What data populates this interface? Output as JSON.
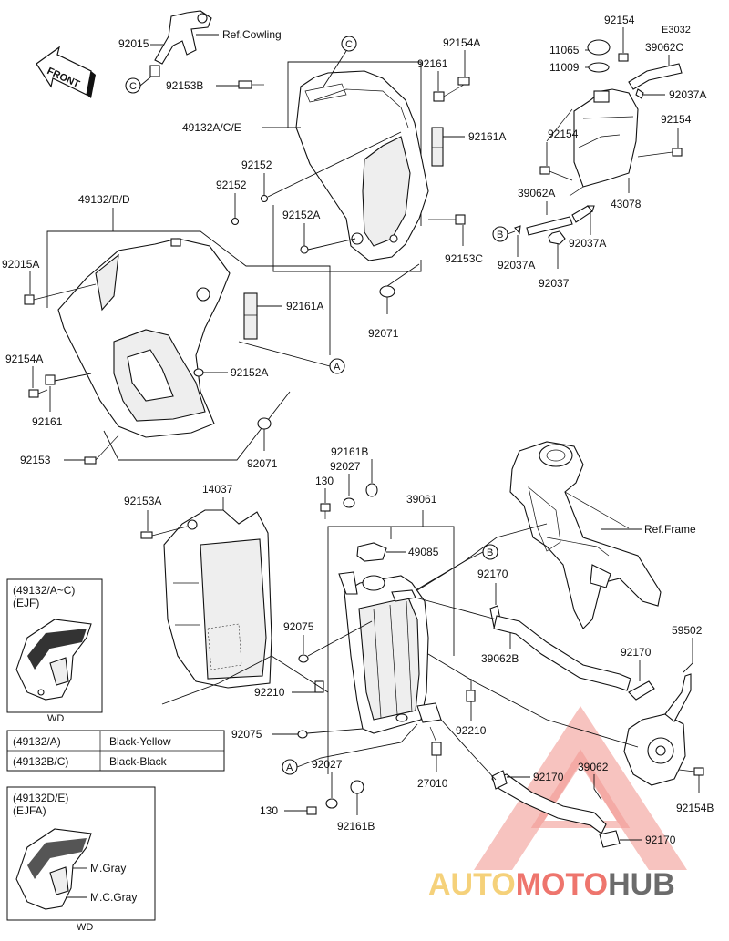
{
  "diagram": {
    "front_label": "FRONT",
    "ref_cowling": "Ref.Cowling",
    "ref_frame": "Ref.Frame",
    "callout_letters": {
      "a": "A",
      "b": "B",
      "c": "C"
    },
    "parts": {
      "p92015": "92015",
      "p92153B": "92153B",
      "p49132ACE": "49132A/C/E",
      "p92152_a": "92152",
      "p92152_b": "92152",
      "p49132BD": "49132/B/D",
      "p92015A": "92015A",
      "p92154A_top": "92154A",
      "p92161_top": "92161",
      "p92161A_top": "92161A",
      "p92152A_top": "92152A",
      "p92153C": "92153C",
      "p92071_top": "92071",
      "p92161A_mid": "92161A",
      "p92152A_mid": "92152A",
      "p92154A_left": "92154A",
      "p92161_left": "92161",
      "p92153": "92153",
      "p92071_mid": "92071",
      "p92154_top": "92154",
      "pE3032": "E3032",
      "p11065": "11065",
      "p39062C": "39062C",
      "p11009": "11009",
      "p92037A_top": "92037A",
      "p92154_r": "92154",
      "p92154_l": "92154",
      "p39062A": "39062A",
      "p43078": "43078",
      "p92037A_l": "92037A",
      "p92037A_r": "92037A",
      "p92037": "92037",
      "p92161B_top": "92161B",
      "p130_top": "130",
      "p92027_top": "92027",
      "p39061": "39061",
      "p92153A": "92153A",
      "p14037": "14037",
      "p49085": "49085",
      "p92170_a": "92170",
      "p92075_a": "92075",
      "p39062B": "39062B",
      "p92210_a": "92210",
      "p92075_b": "92075",
      "p92210_b": "92210",
      "p92027_bot": "92027",
      "p27010": "27010",
      "p130_bot": "130",
      "p92161B_bot": "92161B",
      "p59502": "59502",
      "p92170_b": "92170",
      "p92170_c": "92170",
      "p39062": "39062",
      "p92154B": "92154B",
      "p92170_d": "92170"
    }
  },
  "variant_boxes": {
    "ejf": {
      "code": "(49132/A~C)",
      "market": "(EJF)",
      "caption": "WD"
    },
    "ejfa": {
      "code": "(49132D/E)",
      "market": "(EJFA)",
      "caption": "WD",
      "label_1": "M.Gray",
      "label_2": "M.C.Gray"
    }
  },
  "color_table": {
    "rows": [
      {
        "part": "(49132/A)",
        "color": "Black-Yellow"
      },
      {
        "part": "(49132B/C)",
        "color": "Black-Black"
      }
    ]
  },
  "watermark": {
    "part_1": "AUTO",
    "part_2": "MOTO",
    "part_3": "HUB",
    "color_1": "#f2c14e",
    "color_2": "#e8473c",
    "color_3": "#3a3a3a"
  }
}
